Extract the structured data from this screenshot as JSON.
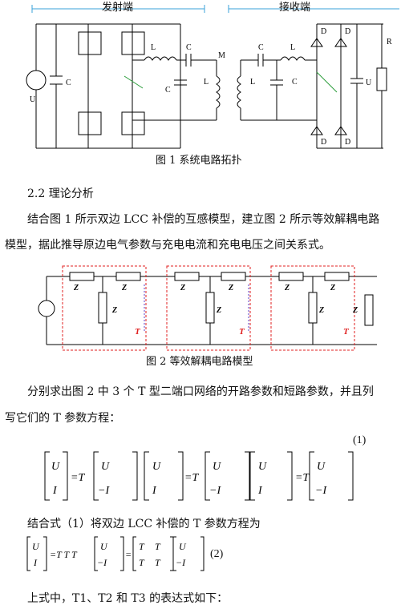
{
  "fig1": {
    "tx_label": "发射端",
    "rx_label": "接收端",
    "caption": "图 1  系统电路拓扑"
  },
  "section": "2.2  理论分析",
  "para1_line1": "结合图 1 所示双边 LCC 补偿的互感模型，建立图 2 所示等效解耦电路",
  "para1_line2": "模型，据此推导原边电气参数与充电电流和充电电压之间关系式。",
  "fig2": {
    "caption": "图 2  等效解耦电路模型"
  },
  "para2_line1": "分别求出图 2 中 3 个 T 型二端口网络的开路参数和短路参数，并且列",
  "para2_line2": "写它们的 T 参数方程：",
  "eq1_num": "(1)",
  "para3": "结合式（1）将双边 LCC 补偿的 T 参数方程为",
  "eq2_num": "(2)",
  "para4": "上式中，T1、T2 和 T3 的表达式如下："
}
